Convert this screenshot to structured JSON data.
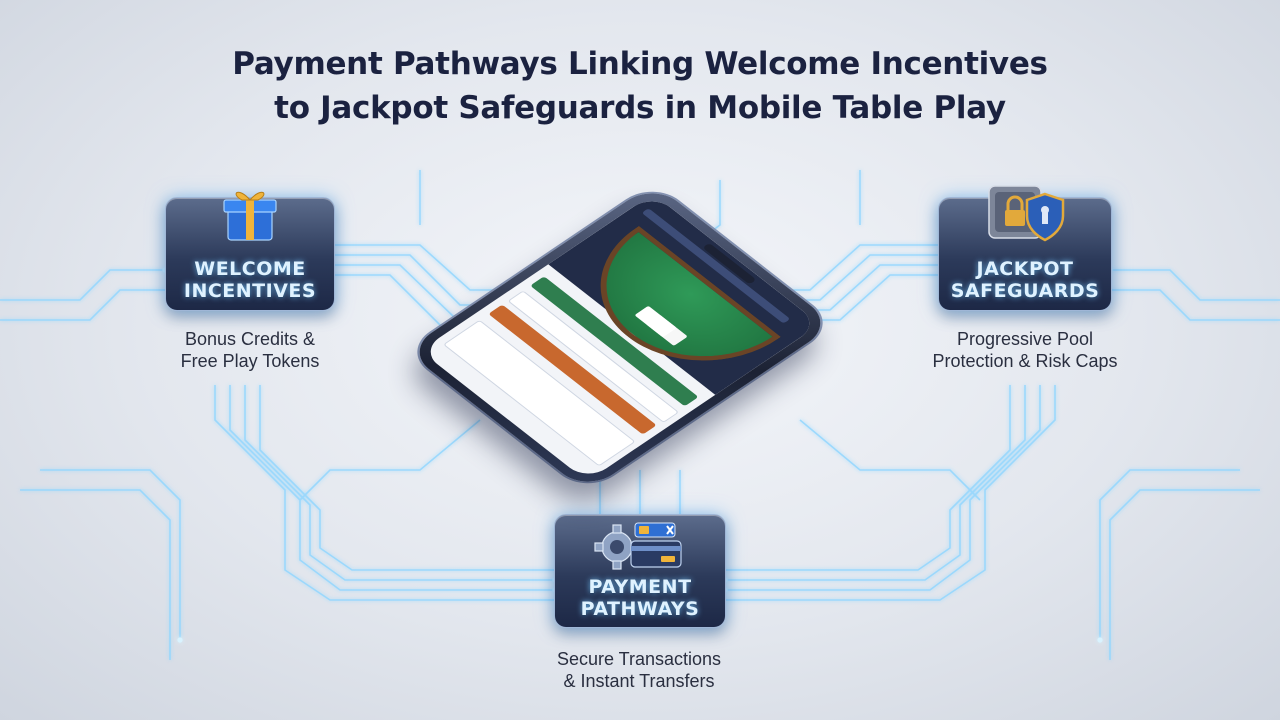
{
  "title": {
    "line1": "Payment Pathways Linking Welcome Incentives",
    "line2": "to Jackpot Safeguards in Mobile Table Play"
  },
  "nodes": {
    "welcome": {
      "label_line1": "WELCOME",
      "label_line2": "INCENTIVES",
      "caption_line1": "Bonus Credits &",
      "caption_line2": "Free Play Tokens",
      "icon": "gift-icon"
    },
    "jackpot": {
      "label_line1": "JACKPOT",
      "label_line2": "SAFEGUARDS",
      "caption_line1": "Progressive Pool",
      "caption_line2": "Protection & Risk Caps",
      "icon": "vault-shield-icon"
    },
    "payment": {
      "label_line1": "PAYMENT",
      "label_line2": "PATHWAYS",
      "caption_line1": "Secure Transactions",
      "caption_line2": "& Instant Transfers",
      "icon": "gear-card-icon"
    }
  },
  "center": {
    "icon": "smartphone-icon"
  },
  "colors": {
    "title": "#1b2240",
    "card_top": "#5c6c8c",
    "card_bottom": "#1d2846",
    "glow": "#7fd0ff",
    "caption": "#2a2f40"
  }
}
